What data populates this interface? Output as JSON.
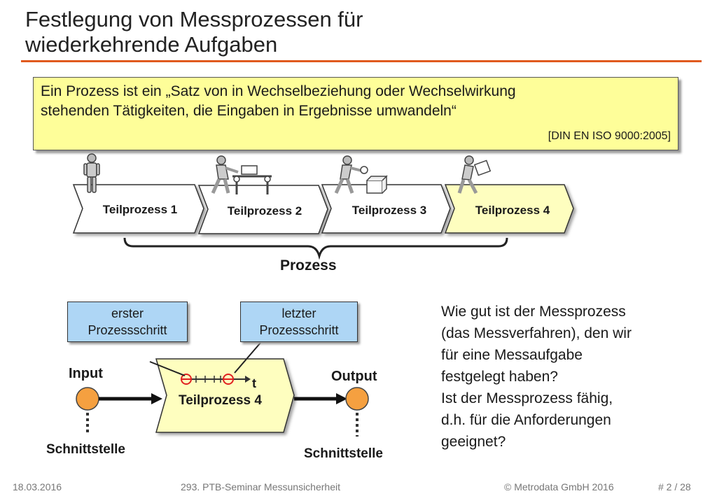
{
  "slide": {
    "title_line1": "Festlegung von Messprozessen für",
    "title_line2": "wiederkehrende Aufgaben"
  },
  "quote": {
    "line1": "Ein Prozess ist ein „Satz von in Wechselbeziehung oder Wechselwirkung",
    "line2": "stehenden Tätigkeiten, die Eingaben in Ergebnisse umwandeln“",
    "source": "[DIN EN ISO 9000:2005]"
  },
  "process_chain": {
    "steps": [
      "Teilprozess 1",
      "Teilprozess 2",
      "Teilprozess 3",
      "Teilprozess 4"
    ],
    "brace_label": "Prozess"
  },
  "detail": {
    "callout_first_line1": "erster",
    "callout_first_line2": "Prozessschritt",
    "callout_last_line1": "letzter",
    "callout_last_line2": "Prozessschritt",
    "input_label": "Input",
    "output_label": "Output",
    "time_label": "t",
    "process_label": "Teilprozess 4",
    "interface_left": "Schnittstelle",
    "interface_right": "Schnittstelle"
  },
  "question": {
    "lines": [
      "Wie gut ist der Messprozess",
      "(das Messverfahren), den wir",
      "für eine Messaufgabe",
      "festgelegt haben?",
      "Ist der Messprozess fähig,",
      "d.h. für die Anforderungen",
      "geeignet?"
    ]
  },
  "footer": {
    "date": "18.03.2016",
    "event": "293. PTB-Seminar Messunsicherheit",
    "copyright": "© Metrodata GmbH 2016",
    "page": "# 2 / 28"
  },
  "colors": {
    "accent_rule": "#e05a1e",
    "quote_bg": "#fefe99",
    "callout_bg": "#aed6f5",
    "active_step_bg": "#fefebf",
    "node_orange": "#f5a040",
    "marker_red": "#e02020"
  },
  "icons": [
    "person-standing-icon",
    "person-at-machine-icon",
    "person-inspecting-box-icon",
    "person-carrying-box-icon",
    "input-node-icon",
    "output-node-icon"
  ]
}
